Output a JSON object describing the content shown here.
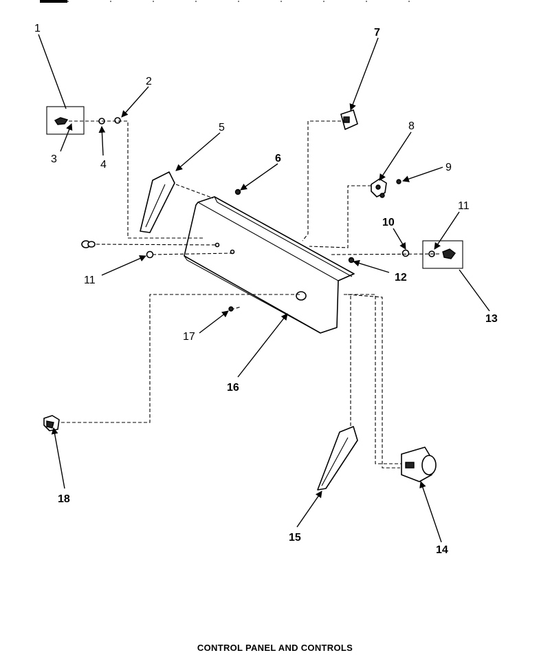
{
  "caption": "CONTROL PANEL AND CONTROLS",
  "callouts": {
    "c1": "1",
    "c2": "2",
    "c3": "3",
    "c4": "4",
    "c5": "5",
    "c6": "6",
    "c7": "7",
    "c8": "8",
    "c9": "9",
    "c10": "10",
    "c11_right": "11",
    "c11_left": "11",
    "c12": "12",
    "c13": "13",
    "c14": "14",
    "c15": "15",
    "c16": "16",
    "c17": "17",
    "c18": "18"
  }
}
